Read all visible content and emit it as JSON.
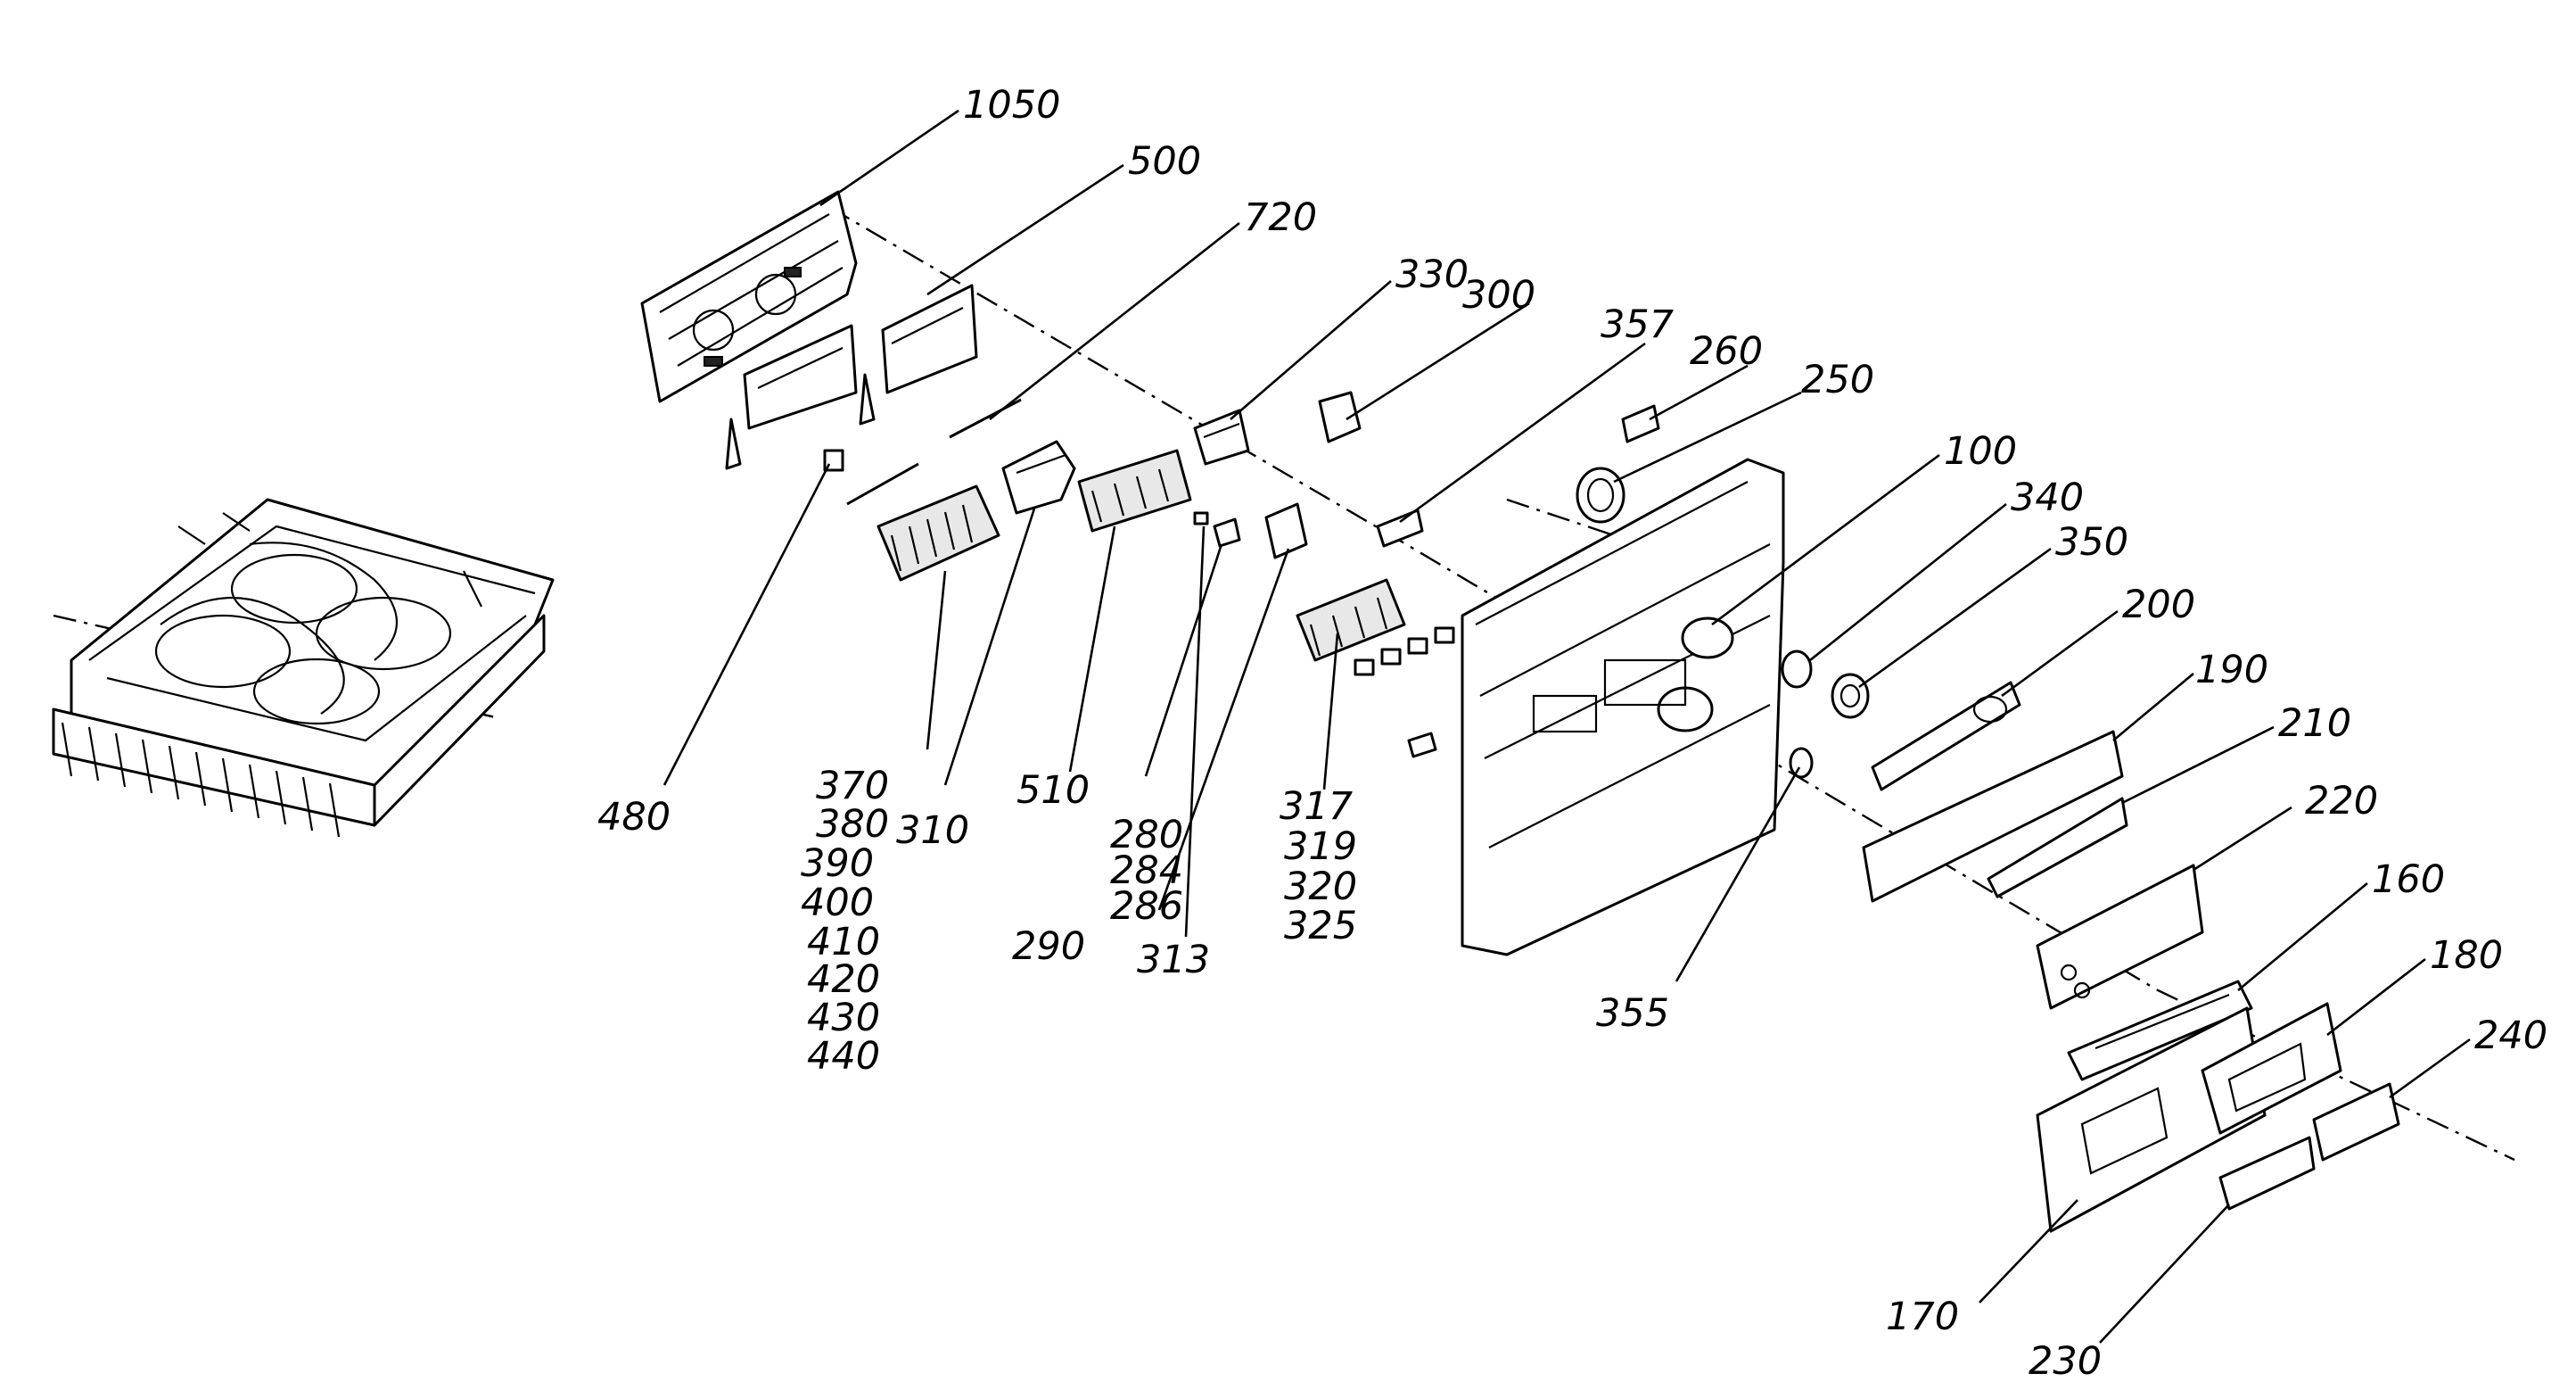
{
  "diagram": {
    "callouts": [
      {
        "id": "c1050",
        "label": "1050"
      },
      {
        "id": "c500",
        "label": "500"
      },
      {
        "id": "c720",
        "label": "720"
      },
      {
        "id": "c330",
        "label": "330"
      },
      {
        "id": "c300",
        "label": "300"
      },
      {
        "id": "c357",
        "label": "357"
      },
      {
        "id": "c260",
        "label": "260"
      },
      {
        "id": "c250",
        "label": "250"
      },
      {
        "id": "c100",
        "label": "100"
      },
      {
        "id": "c340",
        "label": "340"
      },
      {
        "id": "c350",
        "label": "350"
      },
      {
        "id": "c200",
        "label": "200"
      },
      {
        "id": "c190",
        "label": "190"
      },
      {
        "id": "c210",
        "label": "210"
      },
      {
        "id": "c220",
        "label": "220"
      },
      {
        "id": "c160",
        "label": "160"
      },
      {
        "id": "c180",
        "label": "180"
      },
      {
        "id": "c240",
        "label": "240"
      },
      {
        "id": "c480",
        "label": "480"
      },
      {
        "id": "c310",
        "label": "310"
      },
      {
        "id": "c510",
        "label": "510"
      },
      {
        "id": "c290",
        "label": "290"
      },
      {
        "id": "c313",
        "label": "313"
      },
      {
        "id": "c355",
        "label": "355"
      },
      {
        "id": "c170",
        "label": "170"
      },
      {
        "id": "c230",
        "label": "230"
      }
    ],
    "callout_groups": [
      {
        "id": "g370",
        "labels": [
          "370",
          "380",
          "390",
          "400",
          "410",
          "420",
          "430",
          "440"
        ]
      },
      {
        "id": "g280",
        "labels": [
          "280",
          "284",
          "286"
        ]
      },
      {
        "id": "g317",
        "labels": [
          "317",
          "319",
          "320",
          "325"
        ]
      }
    ]
  }
}
